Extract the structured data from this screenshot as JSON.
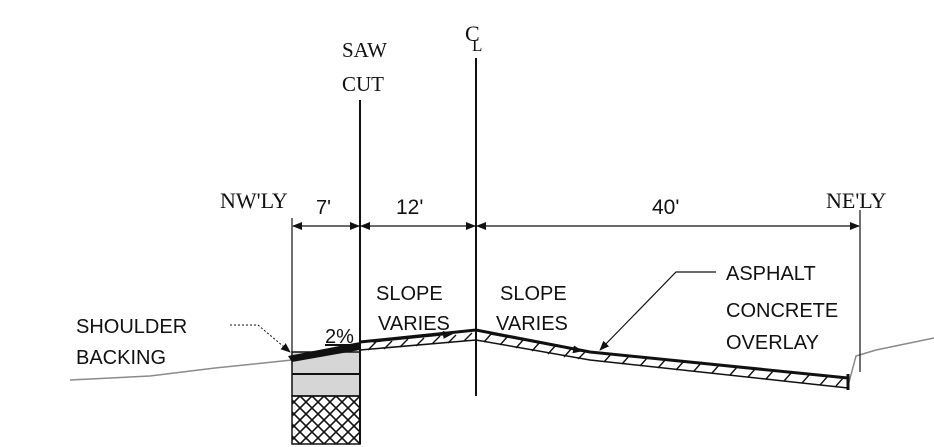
{
  "labels": {
    "saw_cut_line1": "SAW",
    "saw_cut_line2": "CUT",
    "centerline_c": "C",
    "centerline_l": "L",
    "nwly": "NW'LY",
    "nely": "NE'LY",
    "dim_7": "7'",
    "dim_12": "12'",
    "dim_40": "40'",
    "slope_left_1": "SLOPE",
    "slope_left_2": "VARIES",
    "slope_right_1": "SLOPE",
    "slope_right_2": "VARIES",
    "percent": "2%",
    "shoulder_1": "SHOULDER",
    "shoulder_2": "BACKING",
    "asphalt_1": "ASPHALT",
    "asphalt_2": "CONCRETE",
    "asphalt_3": "OVERLAY"
  },
  "colors": {
    "ink": "#111111",
    "ground": "#8a8a8a",
    "shoulder_fill": "#d6d6d6"
  }
}
